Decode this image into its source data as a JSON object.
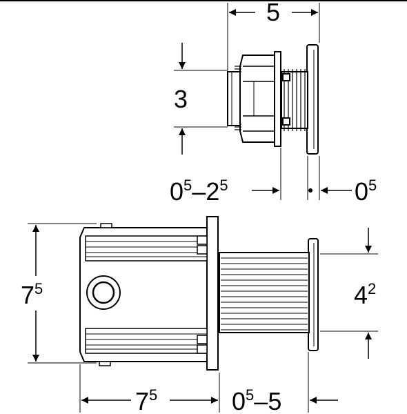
{
  "dimensions": {
    "top_width": {
      "base": "5"
    },
    "top_height": {
      "base": "3"
    },
    "top_adjust": {
      "min_base": "0",
      "min_exp": "5",
      "dash": "–",
      "max_base": "2",
      "max_exp": "5"
    },
    "top_plate": {
      "base": "0",
      "exp": "5"
    },
    "bottom_height": {
      "base": "7",
      "exp": "5"
    },
    "bottom_diameter": {
      "base": "4",
      "exp": "2"
    },
    "bottom_depth": {
      "base": "7",
      "exp": "5"
    },
    "bottom_extension": {
      "min_base": "0",
      "min_exp": "5",
      "dash": "–",
      "max_base": "5"
    }
  }
}
